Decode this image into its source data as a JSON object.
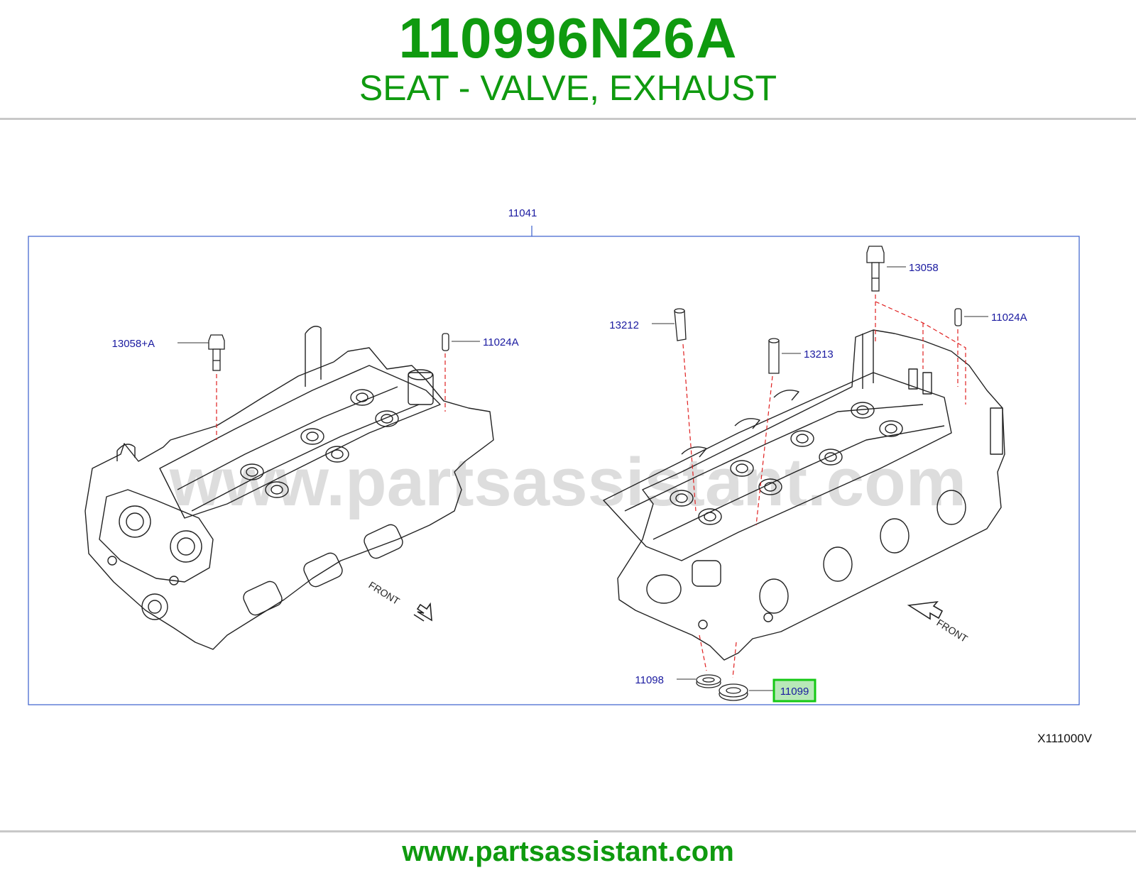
{
  "header": {
    "part_number": "110996N26A",
    "part_name": "SEAT - VALVE, EXHAUST"
  },
  "diagram": {
    "callouts": {
      "assembly": "11041",
      "left_bolt": "13058+A",
      "left_dowel": "11024A",
      "right_bolt": "13058",
      "right_dowel": "11024A",
      "guide_1": "13212",
      "guide_2": "13213",
      "seat_intake": "11098",
      "seat_exhaust": "11099"
    },
    "highlighted_callout": "11099",
    "front_label_left": "FRONT",
    "front_label_right": "FRONT",
    "diagram_code": "X111000V",
    "watermark": "www.partsassistant.com",
    "colors": {
      "callout_text": "#1a1aa0",
      "frame": "#3a5fcd",
      "leader_dash": "#e02020",
      "highlight": "#14c814",
      "brand_green": "#0f9a0f"
    }
  },
  "footer": {
    "url": "www.partsassistant.com"
  }
}
